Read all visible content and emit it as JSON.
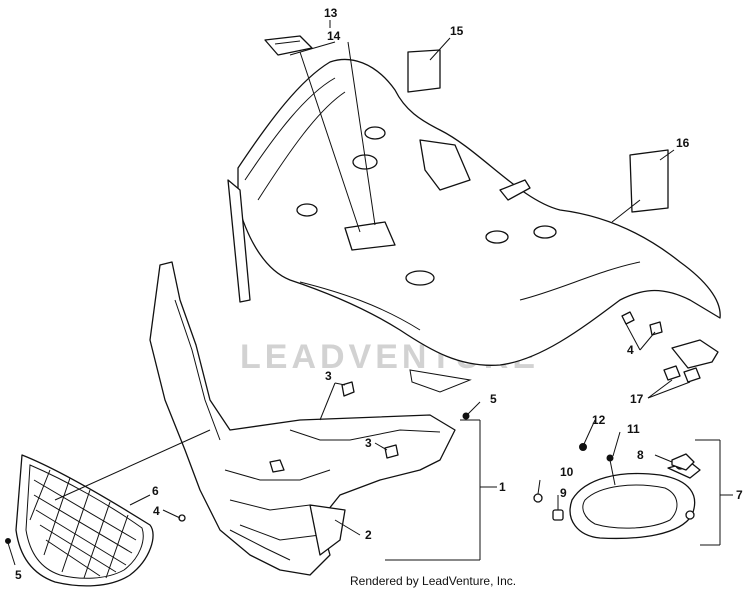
{
  "watermark": "LEADVENTURE",
  "footer": "Rendered by LeadVenture, Inc.",
  "callouts": {
    "c1": "1",
    "c2": "2",
    "c3a": "3",
    "c3b": "3",
    "c4a": "4",
    "c4b": "4",
    "c5a": "5",
    "c5b": "5",
    "c6": "6",
    "c7": "7",
    "c8": "8",
    "c9": "9",
    "c10": "10",
    "c11": "11",
    "c12": "12",
    "c13": "13",
    "c14": "14",
    "c15": "15",
    "c16": "16",
    "c17": "17"
  }
}
